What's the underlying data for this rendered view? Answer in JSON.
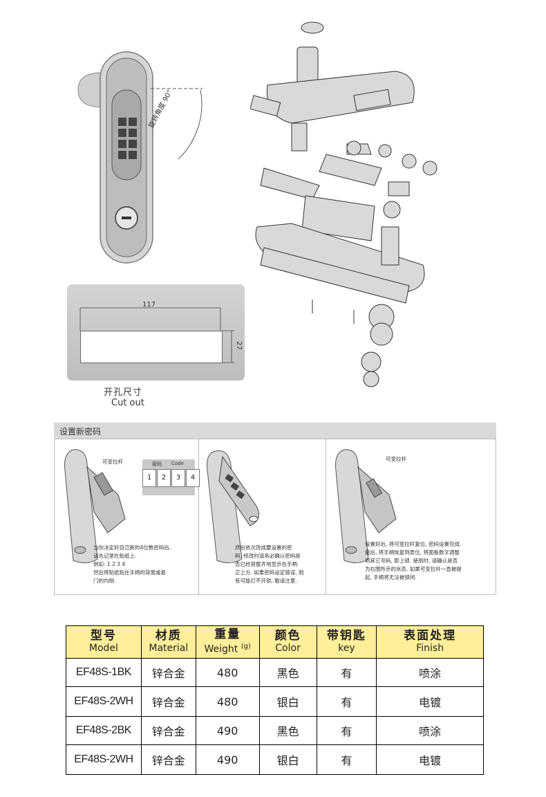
{
  "drawing": {
    "rotation_label": "旋转角度 90°",
    "cutout": {
      "width_value": "117",
      "height_value": "27",
      "title_cn": "开孔尺寸",
      "title_en": "Cut out"
    }
  },
  "setup": {
    "title": "设置新密码",
    "panel1": {
      "lever_label": "可变拉杆",
      "code_header_cn": "密码",
      "code_header_en": "Code",
      "digits": [
        "1",
        "2",
        "3",
        "4"
      ],
      "text": "当你决定好自己新的4位数密码后,\n请先记录在贴纸上.\n    例如: 1 2 3 4\n然后将贴纸贴在手柄的背面或者\n门的内侧."
    },
    "panel2": {
      "text": "然后依次改成要设置的密\n码. 修改时请务必确认密码是\n否已经很整齐地显示在手柄\n正上方. 如果密码设定错误, 则\n有可能打不开锁, 敬请注意."
    },
    "panel3": {
      "lever_label": "可变拉杆",
      "text": "设置好后, 将可变拉杆复位, 密码设置完成.\n最后, 将手柄恢复到原位, 将面板数字调整\n到其它号码, 即上锁. 使用时, 请确认是否\n为右图所示的状态. 如果可变拉杆一直被提\n起, 手柄将无法被锁闭."
    }
  },
  "spec_table": {
    "headers": [
      {
        "cn": "型号",
        "en": "Model"
      },
      {
        "cn": "材质",
        "en": "Material"
      },
      {
        "cn": "重量",
        "en": "Weight",
        "unit": "(g)"
      },
      {
        "cn": "颜色",
        "en": "Color"
      },
      {
        "cn": "带钥匙",
        "en": "key"
      },
      {
        "cn": "表面处理",
        "en": "Finish"
      }
    ],
    "rows": [
      [
        "EF48S-1BK",
        "锌合金",
        "480",
        "黑色",
        "有",
        "喷涂"
      ],
      [
        "EF48S-2WH",
        "锌合金",
        "480",
        "银白",
        "有",
        "电镀"
      ],
      [
        "EF48S-2BK",
        "锌合金",
        "490",
        "黑色",
        "有",
        "喷涂"
      ],
      [
        "EF48S-2WH",
        "锌合金",
        "490",
        "银白",
        "有",
        "电镀"
      ]
    ]
  },
  "colors": {
    "header_bg": "#ffef9a",
    "setup_bar": "#d9d9d9"
  }
}
